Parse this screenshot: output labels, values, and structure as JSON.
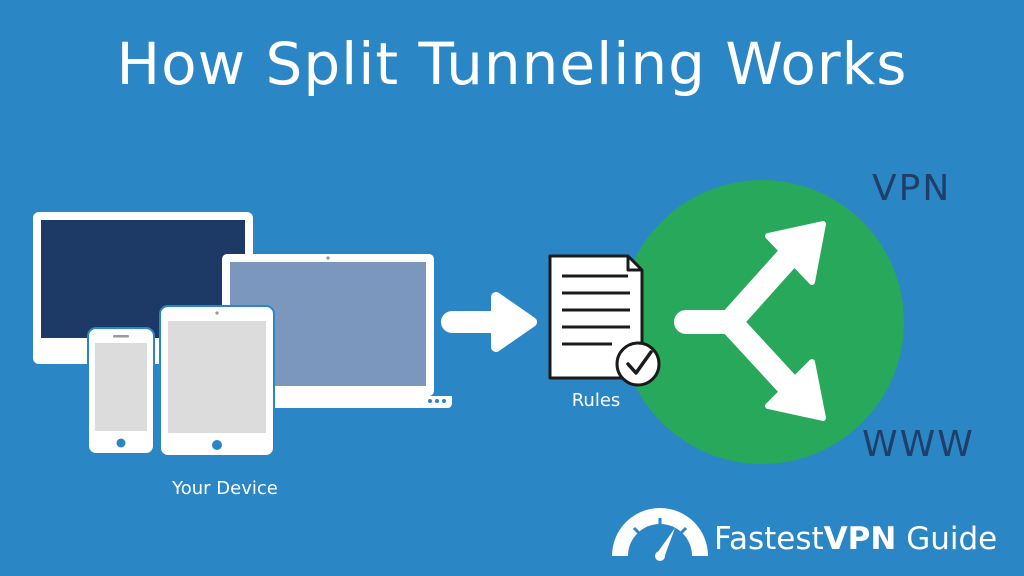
{
  "title": "How Split Tunneling Works",
  "labels": {
    "device": "Your Device",
    "rules": "Rules",
    "vpn": "VPN",
    "www": "WWW"
  },
  "logo": {
    "part1": "Fastest",
    "part2": "VPN",
    "part3": "Guide"
  },
  "colors": {
    "background": "#2b86c5",
    "split_circle": "#27a85a",
    "device_frame": "#ffffff",
    "monitor_screen": "#1d3a66",
    "laptop_screen": "#7b97bd",
    "tablet_screen": "#dcdcdc",
    "label_dark": "#1f3f69"
  },
  "icons": {
    "devices": "devices-illustration",
    "arrow": "arrow-right-icon",
    "rules": "rules-document-check-icon",
    "split": "split-arrow-icon",
    "logo": "speedometer-icon"
  }
}
